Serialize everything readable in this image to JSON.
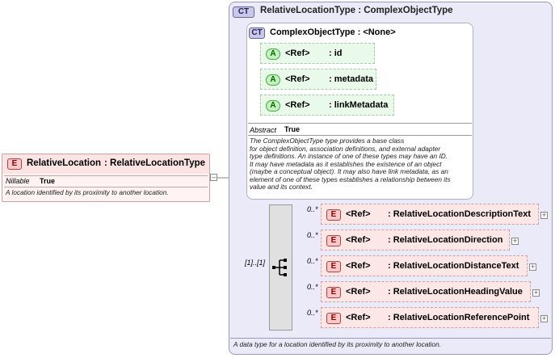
{
  "root_element": {
    "badge": "E",
    "name": "RelativeLocation",
    "type": ": RelativeLocationType",
    "nillable_label": "Nillable",
    "nillable_value": "True",
    "documentation": "A location identified by its proximity to another location."
  },
  "complex_type": {
    "badge": "CT",
    "title": "RelativeLocationType : ComplexObjectType",
    "documentation": "A data type for a location identified by its proximity to another location."
  },
  "base_type": {
    "badge": "CT",
    "title": "ComplexObjectType : <None>",
    "attributes": [
      {
        "badge": "A",
        "ref": "<Ref>",
        "name": ": id"
      },
      {
        "badge": "A",
        "ref": "<Ref>",
        "name": ": metadata"
      },
      {
        "badge": "A",
        "ref": "<Ref>",
        "name": ": linkMetadata"
      }
    ],
    "abstract_label": "Abstract",
    "abstract_value": "True",
    "documentation_lines": [
      "The ComplexObjectType type provides a base class",
      "for object definition, association definitions, and external adapter",
      "type definitions. An instance of one of these types may have an ID.",
      "It may have metadata as it establishes the existence of an object",
      "(maybe a conceptual object). It may also have link metadata, as an",
      "element of one of these types establishes a relationship between its",
      "value and its context."
    ]
  },
  "sequence": {
    "occurrence": "[1]..[1]",
    "elements": [
      {
        "badge": "E",
        "occurrence": "0..*",
        "ref": "<Ref>",
        "name": ": RelativeLocationDescriptionText"
      },
      {
        "badge": "E",
        "occurrence": "0..*",
        "ref": "<Ref>",
        "name": ": RelativeLocationDirection"
      },
      {
        "badge": "E",
        "occurrence": "0..*",
        "ref": "<Ref>",
        "name": ": RelativeLocationDistanceText"
      },
      {
        "badge": "E",
        "occurrence": "0..*",
        "ref": "<Ref>",
        "name": ": RelativeLocationHeadingValue"
      },
      {
        "badge": "E",
        "occurrence": "0..*",
        "ref": "<Ref>",
        "name": ": RelativeLocationReferencePoint"
      }
    ]
  },
  "colors": {
    "element_fill": "#fde6e6",
    "attribute_fill": "#eafaea",
    "complex_type_fill": "#eaeaf8"
  }
}
